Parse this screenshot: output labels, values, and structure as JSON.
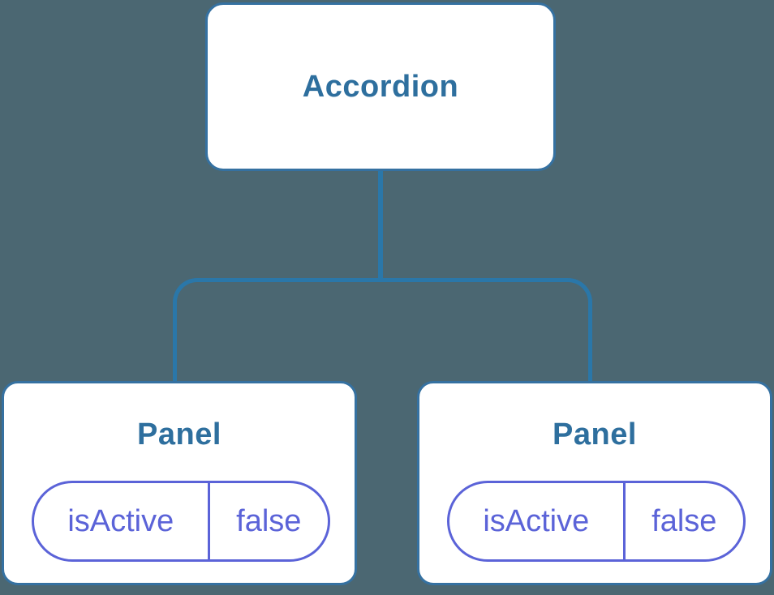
{
  "diagram": {
    "type": "component-tree",
    "root": {
      "label": "Accordion"
    },
    "children": [
      {
        "label": "Panel",
        "state": {
          "key": "isActive",
          "value": "false"
        }
      },
      {
        "label": "Panel",
        "state": {
          "key": "isActive",
          "value": "false"
        }
      }
    ],
    "colors": {
      "background": "#4b6772",
      "node_border": "#3571a1",
      "node_background": "#ffffff",
      "node_text": "#2e6f9e",
      "connector": "#2a77a9",
      "state_accent": "#5b63d8"
    }
  }
}
